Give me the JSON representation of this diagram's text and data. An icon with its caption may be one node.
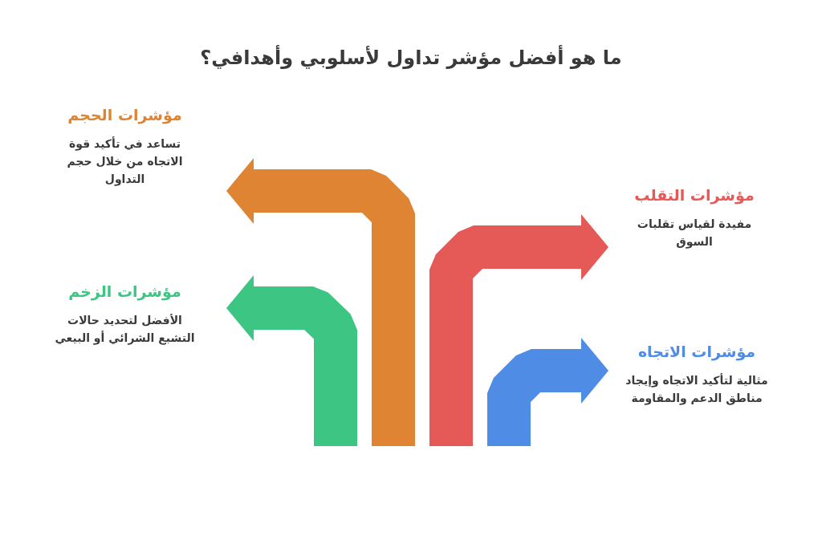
{
  "diagram": {
    "title": "ما هو أفضل مؤشر تداول لأسلوبي وأهدافي؟",
    "nodes": [
      {
        "text": [
          "مؤشرات الحجم",
          "تساعد في تأكيد قوة الاتجاه من خلال حجم التداول"
        ]
      },
      {
        "text": [
          "مؤشرات التقلب",
          "مفيدة لقياس تقلبات السوق"
        ]
      },
      {
        "text": [
          "مؤشرات الزخم",
          "الأفضل لتحديد حالات التشبع الشرائي أو البيعي"
        ]
      },
      {
        "text": [
          "مؤشرات الاتجاه",
          "مثالية لتأكيد الاتجاه وإيجاد مناطق الدعم والمقاومة"
        ]
      }
    ],
    "edges": [
      {
        "from": null,
        "to": 0,
        "arrow": "to",
        "color": "#de8432"
      },
      {
        "from": null,
        "to": 1,
        "arrow": "to",
        "color": "#e55a56"
      },
      {
        "from": null,
        "to": 2,
        "arrow": "to",
        "color": "#3dc583"
      },
      {
        "from": null,
        "to": 3,
        "arrow": "to",
        "color": "#4f8ce6"
      }
    ]
  }
}
